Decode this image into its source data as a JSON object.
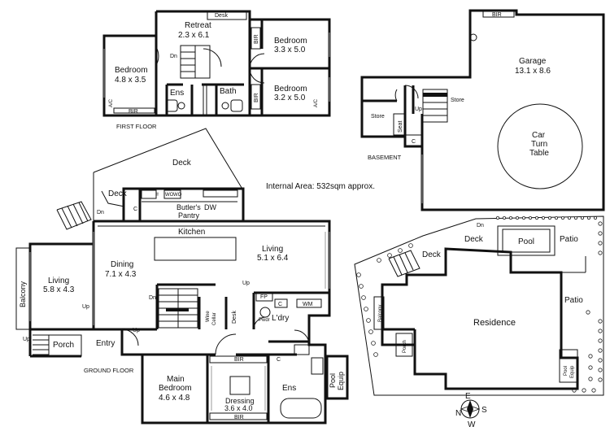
{
  "internal_area": "Internal Area: 532sqm approx.",
  "first_floor": {
    "caption": "FIRST FLOOR",
    "desk": "Desk",
    "retreat_name": "Retreat",
    "retreat_size": "2.3 x 6.1",
    "bedroom1_name": "Bedroom",
    "bedroom1_size": "3.3 x 5.0",
    "bedroom2_name": "Bedroom",
    "bedroom2_size": "3.2 x 5.0",
    "bedroom3_name": "Bedroom",
    "bedroom3_size": "4.8 x 3.5",
    "dn": "Dn",
    "bir": "BIR",
    "bir_side1": "BIR",
    "bir_side2": "BIR",
    "ens": "Ens",
    "bath": "Bath",
    "ac1": "A/C",
    "ac2": "A/C"
  },
  "basement": {
    "caption": "BASEMENT",
    "bir": "BIR",
    "garage_name": "Garage",
    "garage_size": "13.1 x 8.6",
    "store1": "Store",
    "store2": "Store",
    "seat": "Seat",
    "up": "Up",
    "c": "C",
    "turntable_1": "Car",
    "turntable_2": "Turn",
    "turntable_3": "Table"
  },
  "ground_floor": {
    "caption": "GROUND FLOOR",
    "deck_top": "Deck",
    "deck_left": "Deck",
    "dn_deck": "Dn",
    "c_pantry": "C",
    "f": "F",
    "wo1": "WO",
    "wo2": "WO",
    "butlers_1": "Butler's",
    "butlers_2": "Pantry",
    "dw": "DW",
    "kitchen": "Kitchen",
    "living1_name": "Living",
    "living1_size": "5.1 x 6.4",
    "dining_name": "Dining",
    "dining_size": "7.1 x 4.3",
    "living2_name": "Living",
    "living2_size": "5.8 x 4.3",
    "balcony": "Balcony",
    "up_living": "Up",
    "up_mid": "Up",
    "up_stair": "Up",
    "dn_mid": "Dn",
    "fp": "FP",
    "c_ldry": "C",
    "wm": "WM",
    "powder": "Pwdr",
    "wine_1": "Wine",
    "wine_2": "Cellar",
    "desk": "Desk",
    "ldry": "L'dry",
    "up_porch": "Up",
    "porch": "Porch",
    "entry": "Entry",
    "main_bed_1": "Main",
    "main_bed_2": "Bedroom",
    "main_bed_size": "4.6 x 4.8",
    "bir_top": "BIR",
    "c_ens": "C",
    "dressing_name": "Dressing",
    "dressing_size": "3.6 x 4.0",
    "bir_bottom": "BIR",
    "ens": "Ens",
    "pool_equip_1": "Pool",
    "pool_equip_2": "Equip"
  },
  "site_plan": {
    "dn": "Dn",
    "deck_top": "Deck",
    "deck_left": "Deck",
    "pool": "Pool",
    "patio_top": "Patio",
    "patio_right": "Patio",
    "residence": "Residence",
    "balcony": "Balcony",
    "porch": "Porch",
    "pool_equip_1": "Pool",
    "pool_equip_2": "Equip"
  },
  "compass": {
    "n": "N",
    "e": "E",
    "s": "S",
    "w": "W"
  }
}
